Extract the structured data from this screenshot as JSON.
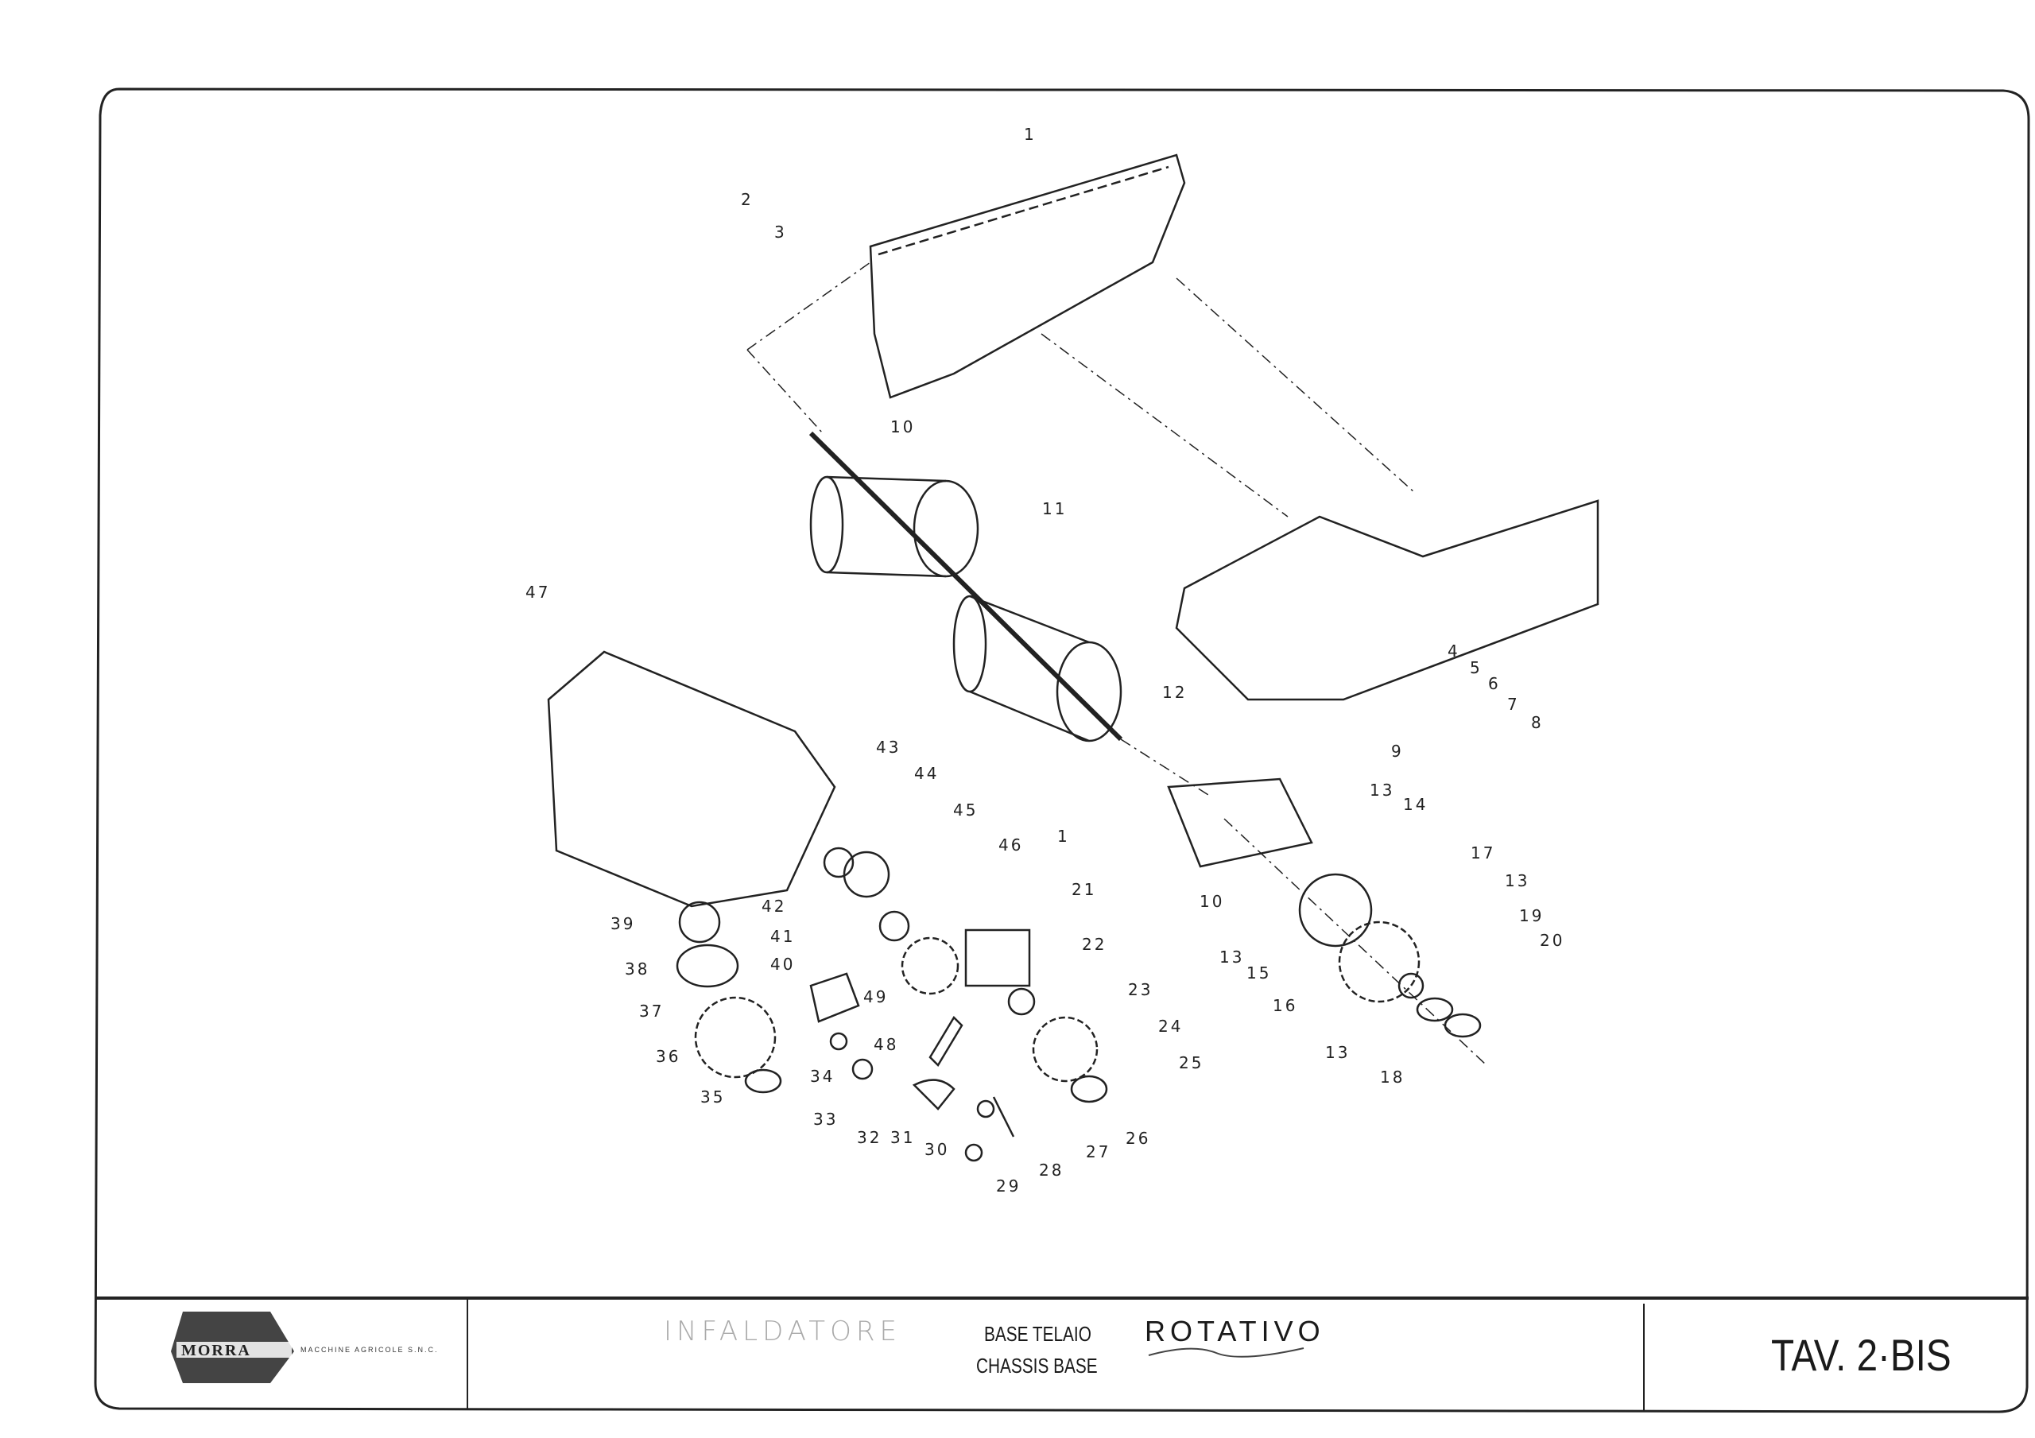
{
  "drawing": {
    "title_block": {
      "logo_text": "MORRA",
      "logo_subtitle": "MACCHINE AGRICOLE S.N.C.",
      "handwritten_note": "INFALDATORE",
      "title_it": "BASE TELAIO",
      "title_en": "CHASSIS BASE",
      "title_model": "ROTATIVO",
      "sheet_number": "TAV. 2·BIS"
    },
    "part_labels": [
      "1",
      "2",
      "3",
      "10",
      "11",
      "47",
      "12",
      "4",
      "5",
      "6",
      "7",
      "8",
      "9",
      "43",
      "44",
      "45",
      "46",
      "1",
      "21",
      "22",
      "23",
      "24",
      "25",
      "26",
      "27",
      "28",
      "29",
      "30",
      "31",
      "32",
      "33",
      "34",
      "35",
      "36",
      "37",
      "38",
      "39",
      "40",
      "41",
      "42",
      "48",
      "49",
      "13",
      "14",
      "17",
      "13",
      "19",
      "20",
      "10",
      "13",
      "15",
      "16",
      "13",
      "18"
    ]
  }
}
